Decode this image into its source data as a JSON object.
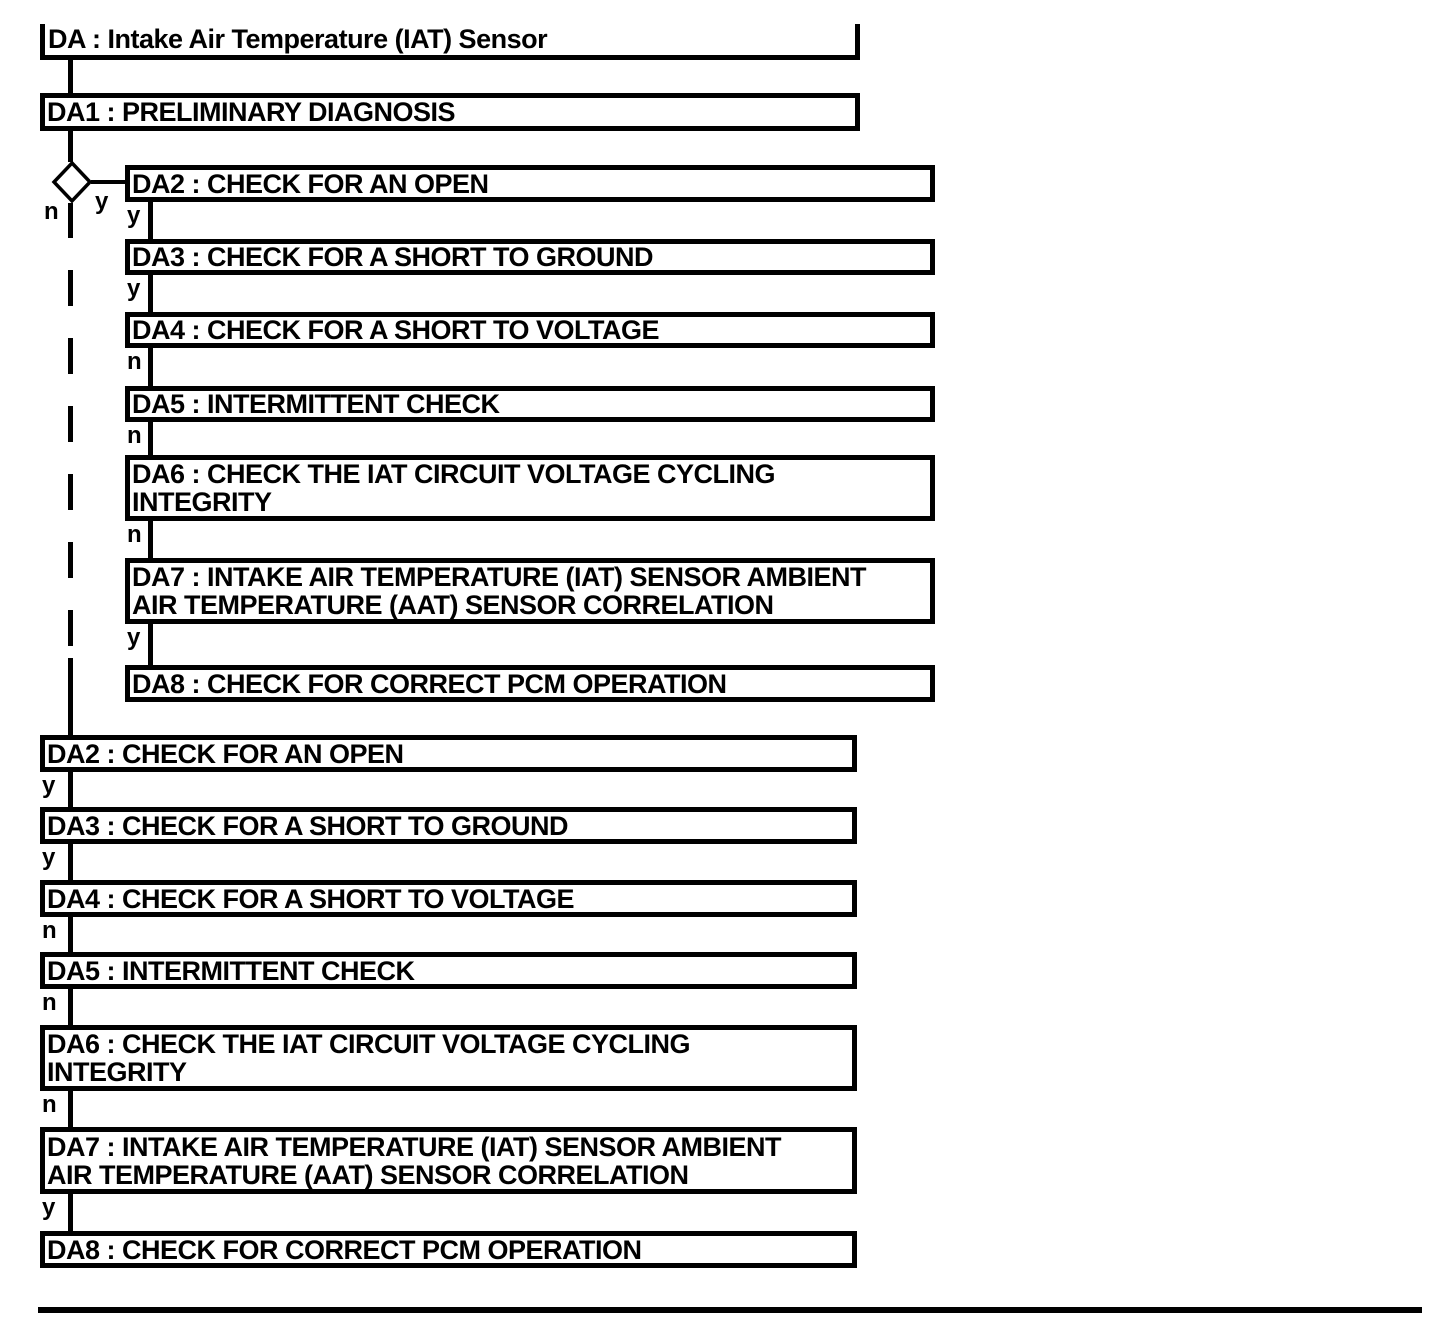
{
  "colors": {
    "ink": "#000000",
    "paper": "#ffffff"
  },
  "header": {
    "title": "DA : Intake Air Temperature (IAT) Sensor"
  },
  "flow": {
    "start_label": "DA1 : PRELIMINARY DIAGNOSIS",
    "decision": {
      "yes": "y",
      "no": "n"
    },
    "yes_branch": {
      "steps": [
        {
          "line1": "DA2 : CHECK FOR AN OPEN",
          "out": "y"
        },
        {
          "line1": "DA3 : CHECK FOR A SHORT TO GROUND",
          "out": "y"
        },
        {
          "line1": "DA4 : CHECK FOR A SHORT TO VOLTAGE",
          "out": "n"
        },
        {
          "line1": "DA5 : INTERMITTENT CHECK",
          "out": "n"
        },
        {
          "line1": "DA6 : CHECK THE IAT CIRCUIT VOLTAGE CYCLING",
          "line2": "INTEGRITY",
          "out": "n"
        },
        {
          "line1": "DA7 : INTAKE AIR TEMPERATURE (IAT) SENSOR AMBIENT",
          "line2": "AIR TEMPERATURE (AAT) SENSOR CORRELATION",
          "out": "y"
        },
        {
          "line1": "DA8 : CHECK FOR CORRECT PCM OPERATION"
        }
      ]
    },
    "no_branch": {
      "steps": [
        {
          "line1": "DA2 : CHECK FOR AN OPEN",
          "out": "y"
        },
        {
          "line1": "DA3 : CHECK FOR A SHORT TO GROUND",
          "out": "y"
        },
        {
          "line1": "DA4 : CHECK FOR A SHORT TO VOLTAGE",
          "out": "n"
        },
        {
          "line1": "DA5 : INTERMITTENT CHECK",
          "out": "n"
        },
        {
          "line1": "DA6 : CHECK THE IAT CIRCUIT VOLTAGE CYCLING",
          "line2": "INTEGRITY",
          "out": "n"
        },
        {
          "line1": "DA7 : INTAKE AIR TEMPERATURE (IAT) SENSOR AMBIENT",
          "line2": "AIR TEMPERATURE (AAT) SENSOR CORRELATION",
          "out": "y"
        },
        {
          "line1": "DA8 : CHECK FOR CORRECT PCM OPERATION"
        }
      ]
    }
  }
}
